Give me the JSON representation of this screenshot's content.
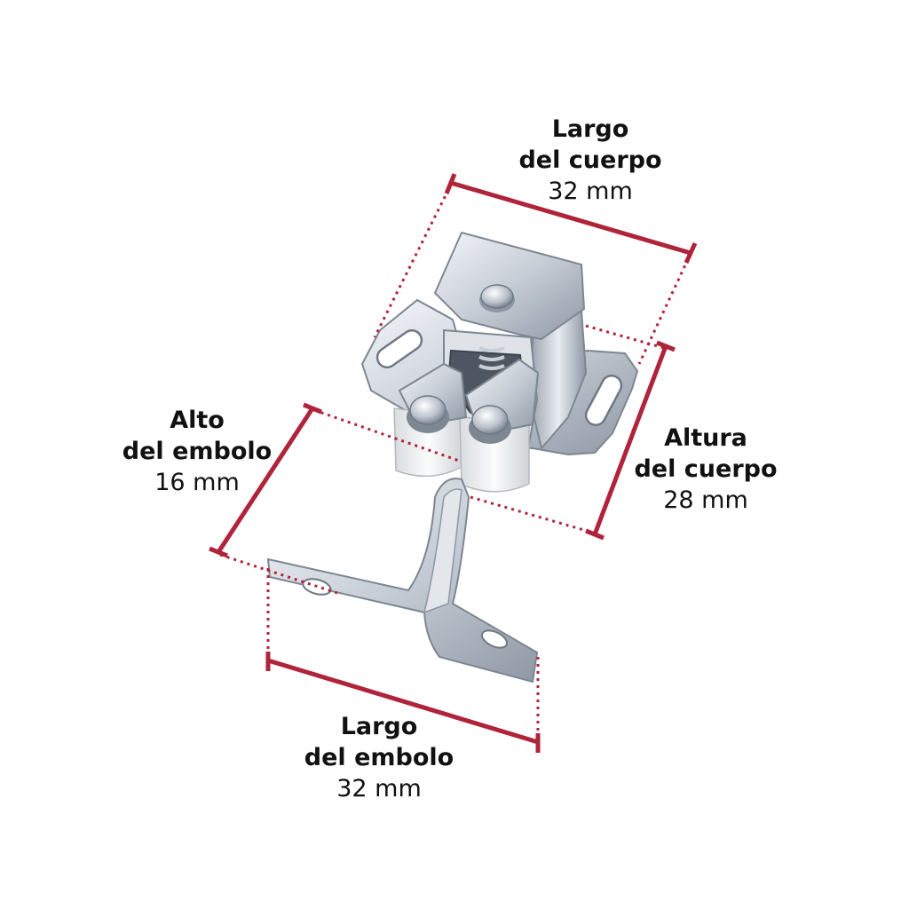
{
  "colors": {
    "dimension_line": "#b0243b",
    "metal_light": "#eef1f5",
    "metal_mid": "#b6bec8",
    "metal_dark": "#6f7985",
    "roller": "#f1f3f4",
    "text": "#111111"
  },
  "dimensions": {
    "body_length": {
      "title_line1": "Largo",
      "title_line2": "del cuerpo",
      "value": "32 mm"
    },
    "body_height": {
      "title_line1": "Altura",
      "title_line2": "del cuerpo",
      "value": "28 mm"
    },
    "plunger_height": {
      "title_line1": "Alto",
      "title_line2": "del embolo",
      "value": "16 mm"
    },
    "plunger_length": {
      "title_line1": "Largo",
      "title_line2": "del embolo",
      "value": "32 mm"
    }
  }
}
